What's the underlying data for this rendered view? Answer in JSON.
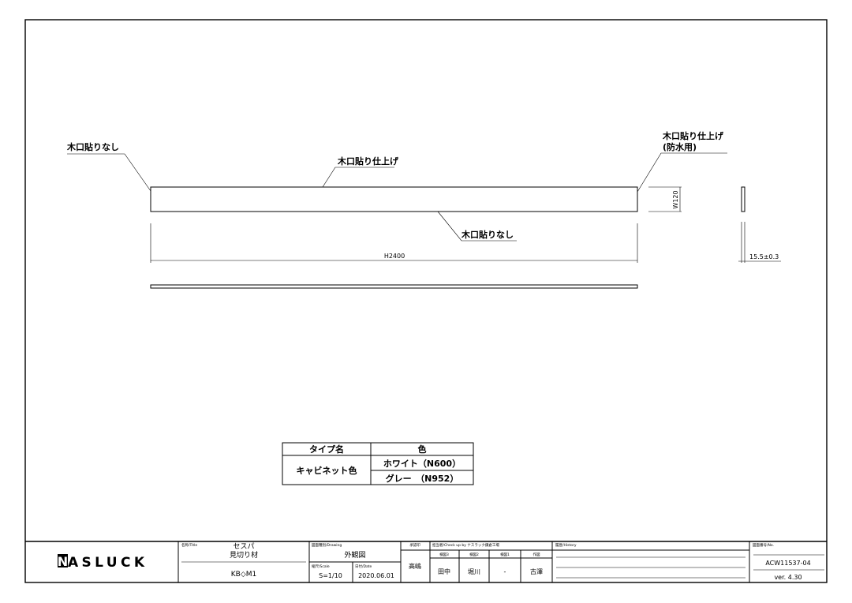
{
  "drawing": {
    "callouts": {
      "left_end": "木口貼りなし",
      "top_edge": "木口貼り仕上げ",
      "right_end_line1": "木口貼り仕上げ",
      "right_end_line2": "(防水用)",
      "bottom_edge": "木口貼りなし"
    },
    "dimensions": {
      "length": "H2400",
      "width": "W120",
      "thickness": "15.5±0.3"
    }
  },
  "color_table": {
    "headers": [
      "タイプ名",
      "色"
    ],
    "type_name": "キャビネット色",
    "colors": [
      "ホワイト（N600）",
      "グレー　（N952）"
    ]
  },
  "title_block": {
    "logo": "NASLUCK",
    "title_label": "名称/Title",
    "title_line1": "セスパ",
    "title_line2": "見切り材",
    "model": "KB◇M1",
    "drawing_label": "図面種別/Drawing",
    "drawing_type": "外観図",
    "scale_label": "縮尺/Scale",
    "scale": "S=1/10",
    "date_label": "日付/Date",
    "date": "2020.06.01",
    "approval_label": "承認印",
    "approver": "高嶋",
    "check_label": "担当者/Check up by ナスラック鎌倉工場",
    "check_headers": [
      "検図3",
      "検図2",
      "検図1",
      "作図"
    ],
    "check_values": [
      "田中",
      "堀川",
      "-",
      "古澤"
    ],
    "history_label": "履歴/History",
    "number_label": "図面番号/No.",
    "number": "ACW11537-04",
    "version": "ver. 4.30"
  }
}
